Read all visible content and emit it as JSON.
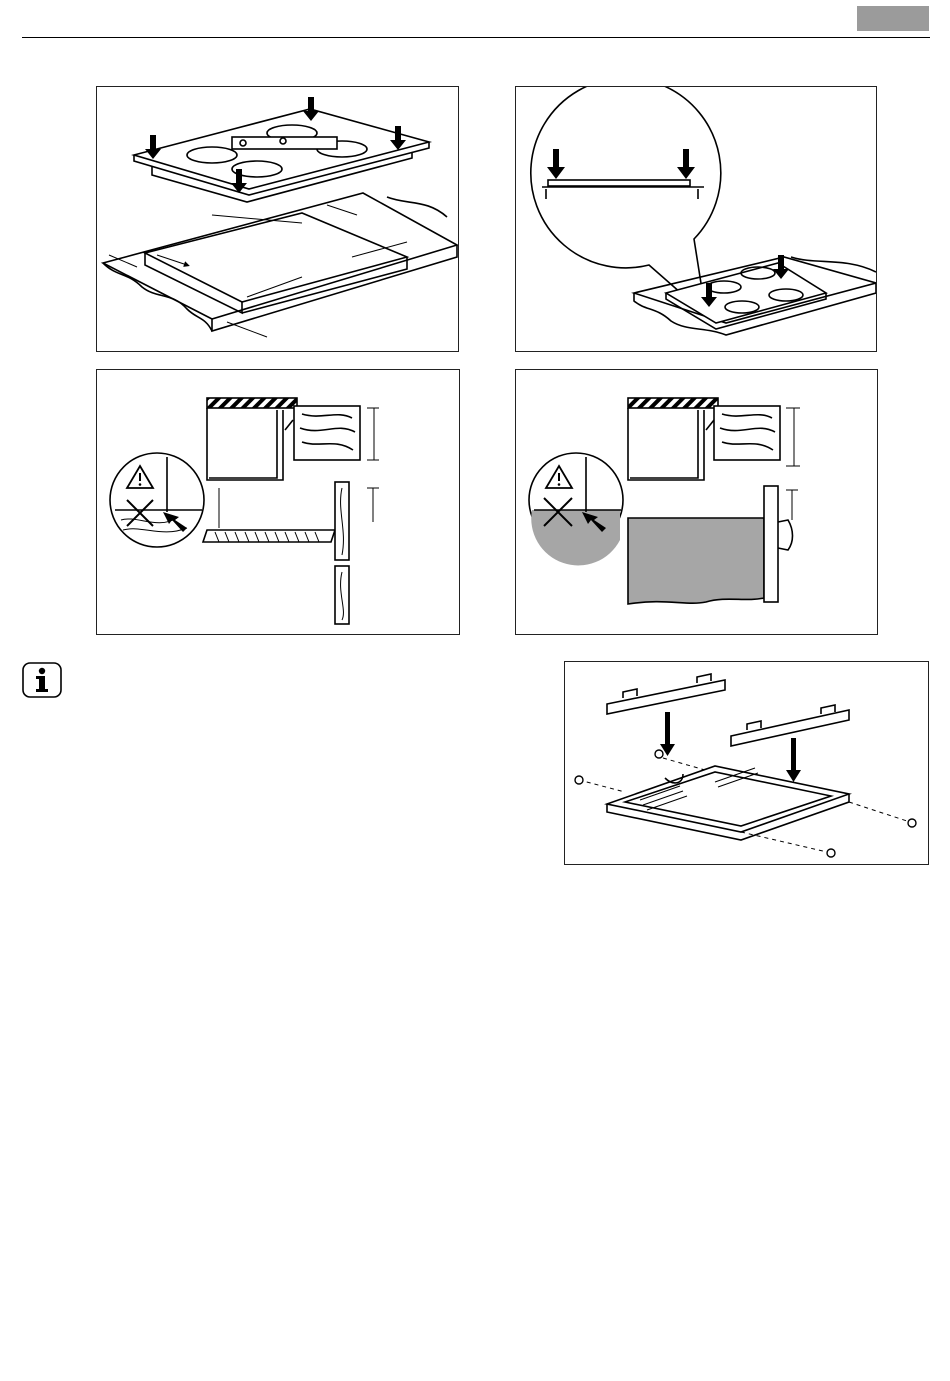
{
  "header": {
    "tag_color": "#9b9b9b",
    "tag_text": ""
  },
  "figures": [
    {
      "id": "fig-hob-insert-into-cutout"
    },
    {
      "id": "fig-hob-seal-detail"
    },
    {
      "id": "fig-clearance-drawer"
    },
    {
      "id": "fig-clearance-oven"
    },
    {
      "id": "fig-mounting-brackets"
    }
  ],
  "icons": {
    "info": "info-icon",
    "warning": "warning-triangle-icon",
    "down_arrow": "down-arrow-icon"
  },
  "body_text": []
}
